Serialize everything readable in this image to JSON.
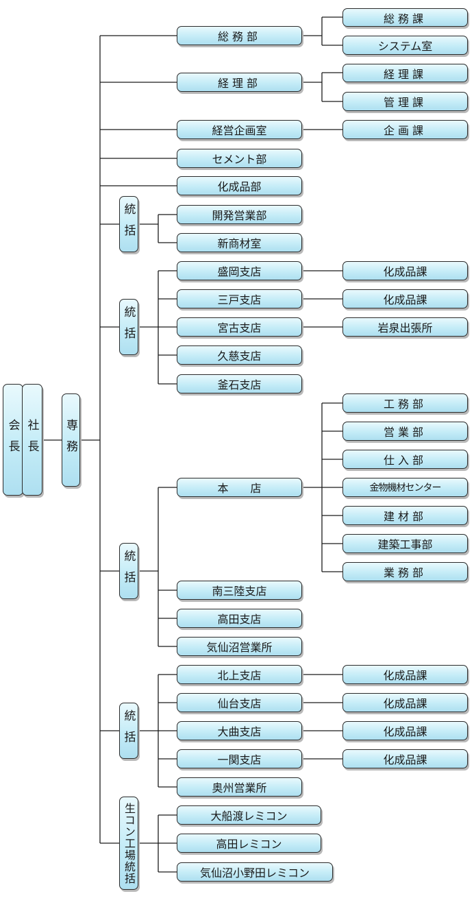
{
  "top": {
    "chairman": "会長",
    "president": "社長",
    "senior_director": "専務"
  },
  "departments": {
    "soumu": {
      "label": "総務部",
      "children": [
        "総務課",
        "システム室"
      ]
    },
    "keiri": {
      "label": "経理部",
      "children": [
        "経理課",
        "管理課"
      ]
    },
    "keiei": {
      "label": "経営企画室",
      "children": [
        "企画課"
      ]
    },
    "cement": {
      "label": "セメント部"
    },
    "kasei": {
      "label": "化成品部"
    }
  },
  "groups": [
    {
      "label": "統括",
      "units": [
        {
          "label": "開発営業部"
        },
        {
          "label": "新商材室"
        }
      ]
    },
    {
      "label": "統括",
      "units": [
        {
          "label": "盛岡支店",
          "child": "化成品課"
        },
        {
          "label": "三戸支店",
          "child": "化成品課"
        },
        {
          "label": "宮古支店",
          "child": "岩泉出張所"
        },
        {
          "label": "久慈支店"
        },
        {
          "label": "釜石支店"
        }
      ]
    },
    {
      "label": "統括",
      "units": [
        {
          "label": "本　　店",
          "children": [
            "工務部",
            "営業部",
            "仕入部",
            "金物機材センター",
            "建材部",
            "建築工事部",
            "業務部"
          ]
        },
        {
          "label": "南三陸支店"
        },
        {
          "label": "高田支店"
        },
        {
          "label": "気仙沼営業所"
        }
      ]
    },
    {
      "label": "統括",
      "units": [
        {
          "label": "北上支店",
          "child": "化成品課"
        },
        {
          "label": "仙台支店",
          "child": "化成品課"
        },
        {
          "label": "大曲支店",
          "child": "化成品課"
        },
        {
          "label": "一関支店",
          "child": "化成品課"
        },
        {
          "label": "奥州営業所"
        }
      ]
    },
    {
      "label": "生コン工場統括",
      "units": [
        {
          "label": "大船渡レミコン"
        },
        {
          "label": "高田レミコン"
        },
        {
          "label": "気仙沼小野田レミコン"
        }
      ]
    }
  ]
}
